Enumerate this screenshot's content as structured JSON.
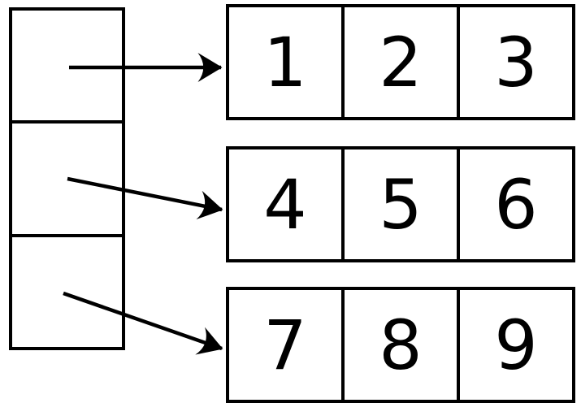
{
  "diagram": {
    "pointer_column": {
      "cells": [
        "",
        "",
        ""
      ]
    },
    "rows": [
      {
        "cells": [
          "1",
          "2",
          "3"
        ]
      },
      {
        "cells": [
          "4",
          "5",
          "6"
        ]
      },
      {
        "cells": [
          "7",
          "8",
          "9"
        ]
      }
    ],
    "colors": {
      "stroke": "#000000",
      "background": "#ffffff"
    }
  }
}
